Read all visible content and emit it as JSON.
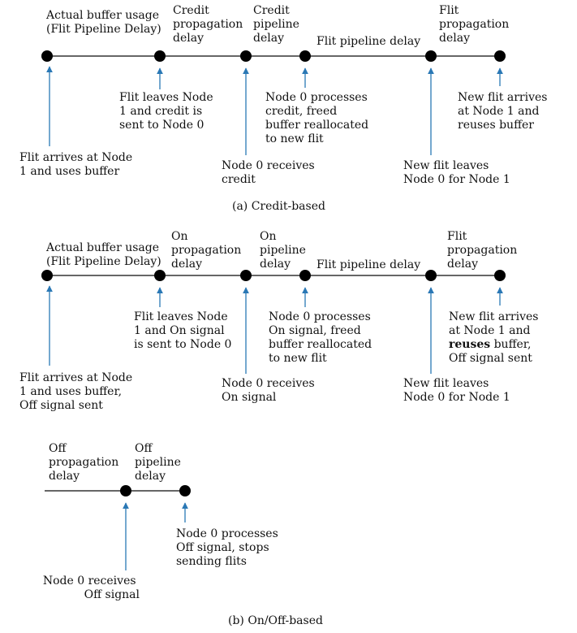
{
  "colors": {
    "arrow": "#2a78b5",
    "line": "#333333",
    "dot": "#000000",
    "text": "#111111"
  },
  "credit": {
    "intervals": {
      "actual_buffer": [
        "Actual buffer usage",
        "(Flit Pipeline Delay)"
      ],
      "credit_propagation": [
        "Credit",
        "propagation",
        "delay"
      ],
      "credit_pipeline": [
        "Credit",
        "pipeline",
        "delay"
      ],
      "flit_pipeline": [
        "Flit pipeline delay"
      ],
      "flit_propagation": [
        "Flit",
        "propagation",
        "delay"
      ]
    },
    "events": {
      "flit_arrives": [
        "Flit arrives at Node",
        "1 and uses buffer"
      ],
      "flit_leaves": [
        "Flit leaves Node",
        "1 and credit is",
        "sent to Node 0"
      ],
      "node0_receives": [
        "Node 0 receives",
        "credit"
      ],
      "node0_processes": [
        "Node 0 processes",
        "credit, freed",
        "buffer reallocated",
        "to new flit"
      ],
      "new_flit_leaves": [
        "New flit leaves",
        "Node 0 for Node 1"
      ],
      "new_flit_arrives": [
        "New flit arrives",
        "at Node 1 and",
        "reuses buffer"
      ]
    },
    "caption": "(a) Credit-based"
  },
  "onoff": {
    "intervals": {
      "actual_buffer": [
        "Actual buffer usage",
        "(Flit Pipeline Delay)"
      ],
      "on_propagation": [
        "On",
        "propagation",
        "delay"
      ],
      "on_pipeline": [
        "On",
        "pipeline",
        "delay"
      ],
      "flit_pipeline": [
        "Flit pipeline delay"
      ],
      "flit_propagation": [
        "Flit",
        "propagation",
        "delay"
      ]
    },
    "events": {
      "flit_arrives": [
        "Flit arrives at Node",
        "1 and uses buffer,",
        "Off signal sent"
      ],
      "flit_leaves": [
        "Flit leaves Node",
        "1 and On signal",
        "is sent to Node 0"
      ],
      "node0_receives": [
        "Node 0 receives",
        "On signal"
      ],
      "node0_processes": [
        "Node 0 processes",
        "On signal, freed",
        "buffer reallocated",
        "to new flit"
      ],
      "new_flit_leaves": [
        "New flit leaves",
        "Node 0 for Node 1"
      ],
      "new_flit_arrives": [
        "New flit arrives",
        "at Node 1 and",
        "reuses buffer,",
        "Off signal sent"
      ]
    },
    "reuses_bold_word": "reuses",
    "reuses_rest": " buffer,",
    "off_intervals": {
      "off_propagation": [
        "Off",
        "propagation",
        "delay"
      ],
      "off_pipeline": [
        "Off",
        "pipeline",
        "delay"
      ]
    },
    "off_events": {
      "node0_receives_off": [
        "Node 0 receives",
        "Off signal"
      ],
      "node0_processes_off": [
        "Node 0 processes",
        "Off signal, stops",
        "sending flits"
      ]
    },
    "caption": "(b) On/Off-based"
  }
}
